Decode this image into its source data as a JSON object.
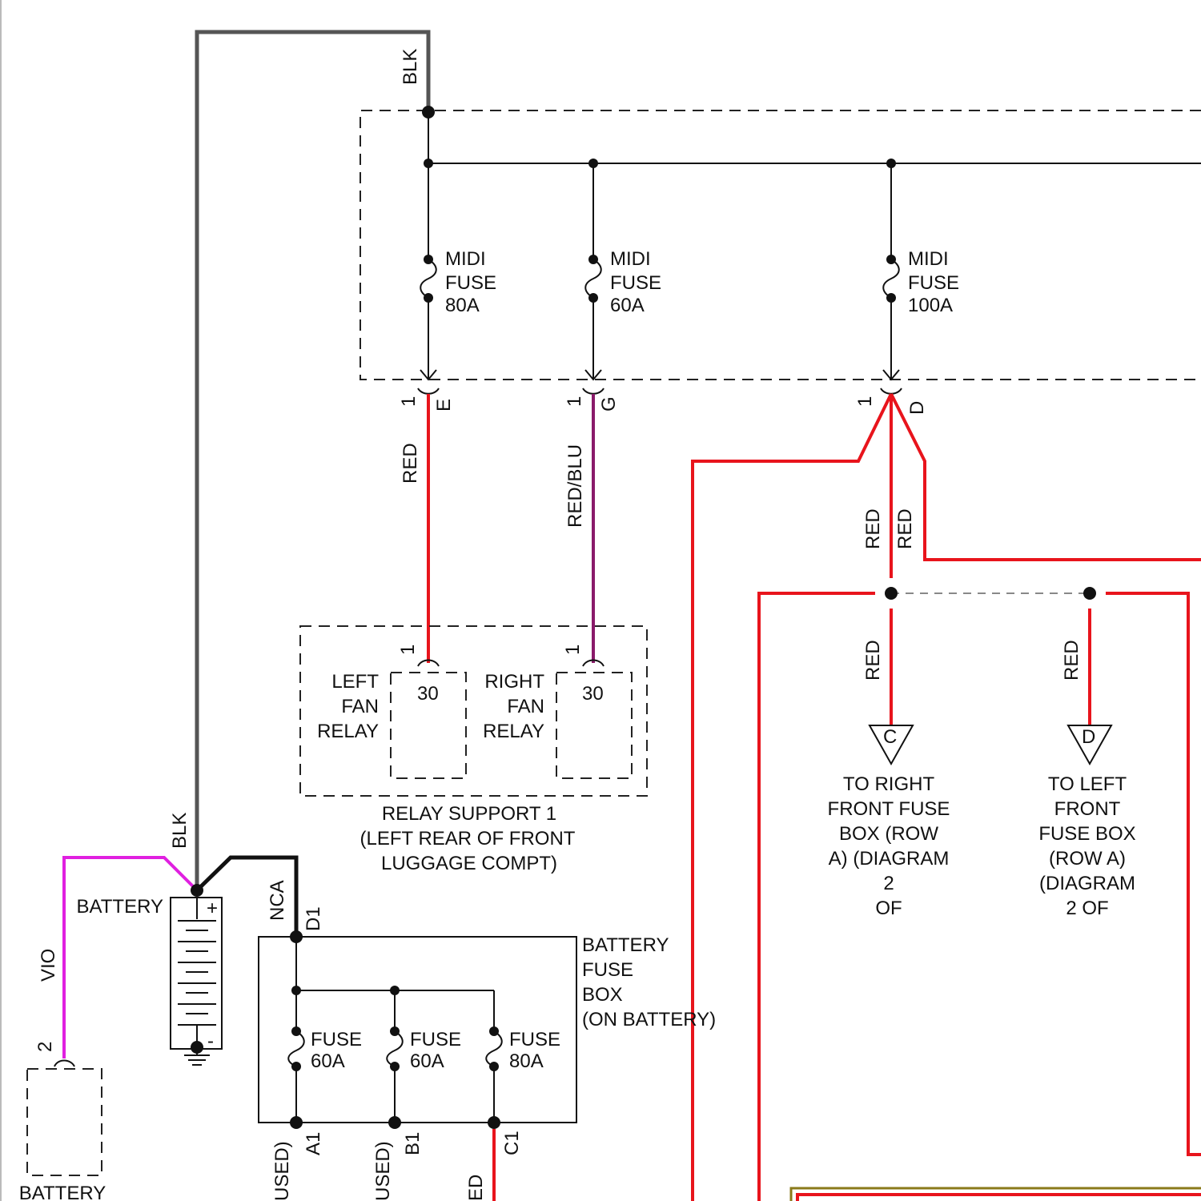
{
  "colors": {
    "red": "#e8141c",
    "black": "#111111",
    "gray": "#555555",
    "violet": "#e020e0",
    "red_blue": "#8a1a6a"
  },
  "wires": {
    "blk": "BLK",
    "red": "RED",
    "red_blu": "RED/BLU",
    "vio": "VIO",
    "nca": "NCA"
  },
  "fuses": {
    "midi_80": [
      "MIDI",
      "FUSE",
      "80A"
    ],
    "midi_60": [
      "MIDI",
      "FUSE",
      "60A"
    ],
    "midi_100": [
      "MIDI",
      "FUSE",
      "100A"
    ],
    "box_60a": [
      "FUSE",
      "60A"
    ],
    "box_60b": [
      "FUSE",
      "60A"
    ],
    "box_80": [
      "FUSE",
      "80A"
    ]
  },
  "pins": {
    "e": "E",
    "g": "G",
    "d": "D",
    "one": "1",
    "two": "2",
    "thirty": "30",
    "a1": "A1",
    "b1": "B1",
    "c1": "C1",
    "d1": "D1"
  },
  "relays": {
    "left": [
      "LEFT",
      "FAN",
      "RELAY"
    ],
    "right": [
      "RIGHT",
      "FAN",
      "RELAY"
    ],
    "support": [
      "RELAY SUPPORT 1",
      "(LEFT REAR OF FRONT",
      "LUGGAGE COMPT)"
    ]
  },
  "battery": {
    "label": "BATTERY",
    "plus": "+",
    "minus": "-",
    "connector_label": "BATTERY"
  },
  "battery_fuse_box": [
    "BATTERY",
    "FUSE",
    "BOX",
    "(ON BATTERY)"
  ],
  "connectors": {
    "c": {
      "letter": "C",
      "lines": [
        "TO RIGHT",
        "FRONT FUSE",
        "BOX (ROW",
        "A) (DIAGRAM",
        "2",
        "OF"
      ]
    },
    "d": {
      "letter": "D",
      "lines": [
        "TO LEFT",
        "FRONT",
        "FUSE BOX",
        "(ROW A)",
        "(DIAGRAM",
        "2 OF"
      ]
    }
  },
  "cut_labels": {
    "used_a": "USED)",
    "used_b": "USED)",
    "red_cut": "ED"
  }
}
